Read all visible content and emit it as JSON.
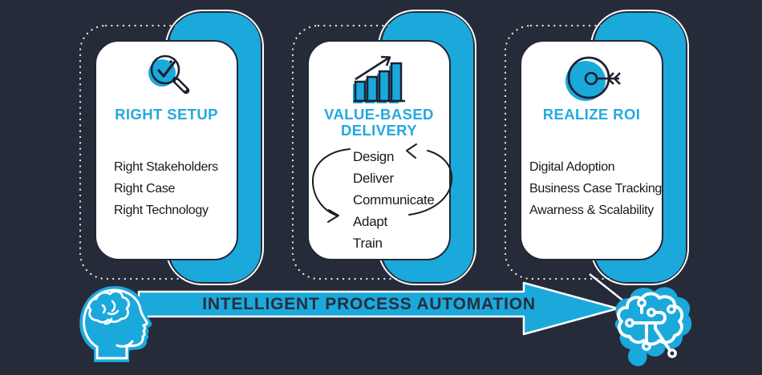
{
  "colors": {
    "background": "#262B39",
    "accent_cyan": "#1BA9DC",
    "card_background": "#FFFFFF",
    "card_outline": "#232836",
    "list_text": "#191919",
    "title_text": "#25A9DF",
    "banner_text": "#272D3D",
    "outline_white": "#FFFFFF"
  },
  "cards": [
    {
      "icon": "magnifier-check-icon",
      "title_lines": [
        "RIGHT SETUP"
      ],
      "items": [
        "Right Stakeholders",
        "Right Case",
        "Right Technology"
      ]
    },
    {
      "icon": "growth-chart-icon",
      "title_lines": [
        "VALUE-BASED",
        "DELIVERY"
      ],
      "items": [
        "Design",
        "Deliver",
        "Communicate",
        "Adapt",
        "Train"
      ]
    },
    {
      "icon": "target-arrow-icon",
      "title_lines": [
        "REALIZE ROI"
      ],
      "items": [
        "Digital Adoption",
        "Business Case Tracking",
        "Awarness & Scalability"
      ]
    }
  ],
  "banner": {
    "label": "INTELLIGENT PROCESS AUTOMATION",
    "left_icon": "human-head-brain-icon",
    "right_icon": "digital-circuit-brain-icon"
  }
}
